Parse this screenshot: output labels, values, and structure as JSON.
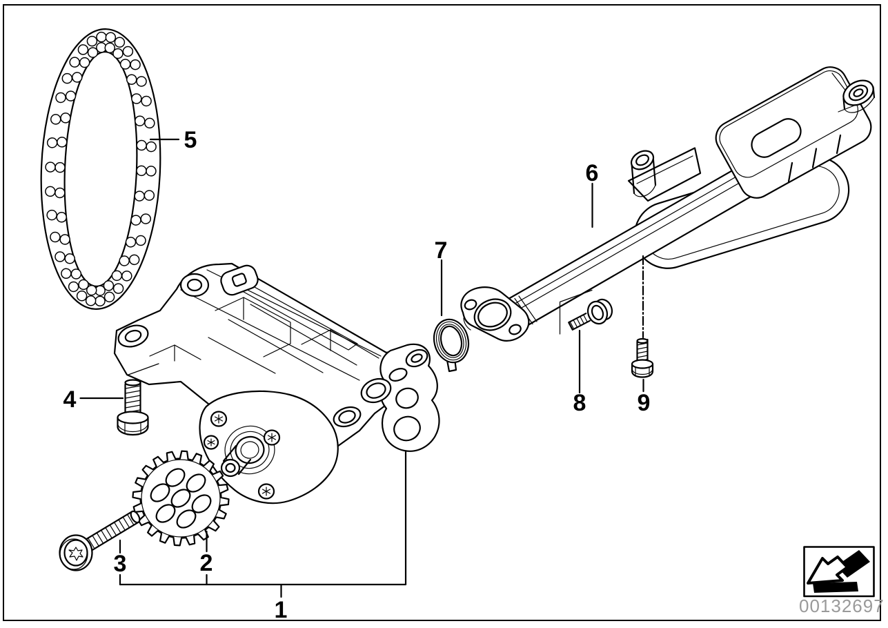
{
  "diagram": {
    "type": "exploded-parts-line-drawing",
    "background": "#ffffff",
    "line_color": "#000000"
  },
  "callouts": [
    {
      "number": "1"
    },
    {
      "number": "2"
    },
    {
      "number": "3"
    },
    {
      "number": "4"
    },
    {
      "number": "5"
    },
    {
      "number": "6"
    },
    {
      "number": "7"
    },
    {
      "number": "8"
    },
    {
      "number": "9"
    }
  ],
  "stamp": {
    "image_id": "00132697",
    "arrow_icon": "direction-arrow-down-left",
    "text_color": "#9a9a9a"
  }
}
